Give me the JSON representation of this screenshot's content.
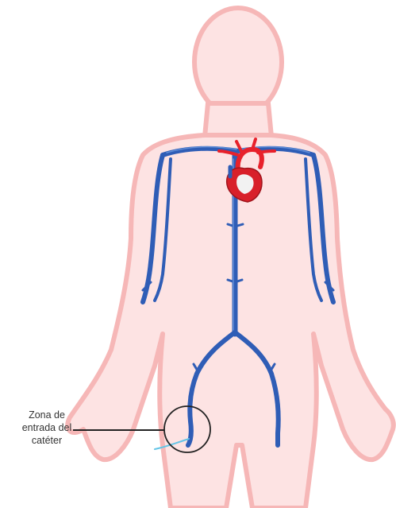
{
  "callout": {
    "line1": "Zona de",
    "line2": "entrada del",
    "line3": "catéter"
  },
  "colors": {
    "body_fill": "#fde3e3",
    "body_outline": "#f6b7b7",
    "vein": "#2f5db6",
    "vein_highlight": "#6d9ae0",
    "artery": "#e8212b",
    "heart": "#d8202a",
    "catheter": "#63c4e6",
    "callout_ring": "#222222",
    "label_text": "#333333"
  },
  "icons": {
    "heart": "heart-icon",
    "entry_ring": "circle-highlight-icon"
  }
}
